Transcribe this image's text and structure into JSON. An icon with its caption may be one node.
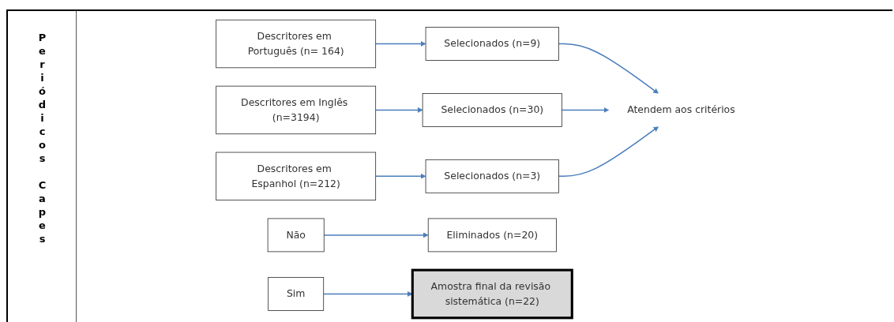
{
  "diagram": {
    "nodes": [
      {
        "text": [
          "Descritores em Português (n= 164)"
        ]
      },
      {
        "text": [
          "Descritores em Inglês (n=3194)"
        ]
      },
      {
        "text": [
          "Descritores em Espanhol (n=212)"
        ]
      },
      {
        "text": [
          "Selecionados (n=9)"
        ]
      },
      {
        "text": [
          "Selecionados (n=30)"
        ]
      },
      {
        "text": [
          "Selecionados (n=3)"
        ]
      },
      {
        "text": [
          "Atendem aos critérios"
        ]
      },
      {
        "text": [
          "Sim"
        ]
      },
      {
        "text": [
          "Não"
        ]
      },
      {
        "text": [
          "Eliminados (n=20)"
        ]
      },
      {
        "text": [
          "Amostra final da revisão sistemática (n=22)"
        ]
      }
    ],
    "edges": [
      {
        "from": 0,
        "to": 3,
        "arrow": "to"
      },
      {
        "from": 1,
        "to": 4,
        "arrow": "to"
      },
      {
        "from": 2,
        "to": 5,
        "arrow": "to"
      },
      {
        "from": 3,
        "to": 6,
        "arrow": "to"
      },
      {
        "from": 4,
        "to": 6,
        "arrow": "to"
      },
      {
        "from": 5,
        "to": 6,
        "arrow": "to"
      },
      {
        "from": 7,
        "to": 10,
        "arrow": "to"
      },
      {
        "from": 8,
        "to": 9,
        "arrow": "to"
      }
    ],
    "labels": [
      "Periódicos Capes"
    ]
  }
}
